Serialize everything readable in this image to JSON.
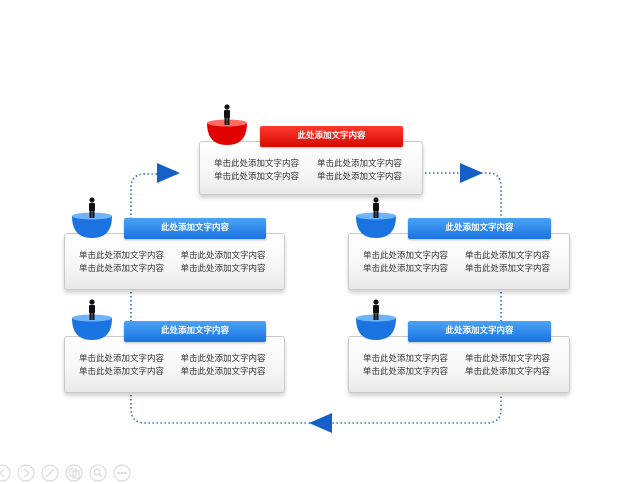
{
  "colors": {
    "blue": "#1a73e0",
    "red": "#e00000",
    "connector": "#2a6fc9",
    "arrow": "#1560c8"
  },
  "top": {
    "title": "此处添加文字内容",
    "lines": [
      "单击此处添加文字内容",
      "单击此处添加文字内容",
      "单击此处添加文字内容",
      "单击此处添加文字内容"
    ]
  },
  "left_upper": {
    "title": "此处添加文字内容",
    "lines": [
      "单击此处添加文字内容",
      "单击此处添加文字内容",
      "单击此处添加文字内容",
      "单击此处添加文字内容"
    ]
  },
  "right_upper": {
    "title": "此处添加文字内容",
    "lines": [
      "单击此处添加文字内容",
      "单击此处添加文字内容",
      "单击此处添加文字内容",
      "单击此处添加文字内容"
    ]
  },
  "left_lower": {
    "title": "此处添加文字内容",
    "lines": [
      "单击此处添加文字内容",
      "单击此处添加文字内容",
      "单击此处添加文字内容",
      "单击此处添加文字内容"
    ]
  },
  "right_lower": {
    "title": "此处添加文字内容",
    "lines": [
      "单击此处添加文字内容",
      "单击此处添加文字内容",
      "单击此处添加文字内容",
      "单击此处添加文字内容"
    ]
  },
  "toolbar_icons": [
    "prev-icon",
    "next-icon",
    "pen-icon",
    "copy-icon",
    "zoom-icon",
    "more-icon"
  ]
}
